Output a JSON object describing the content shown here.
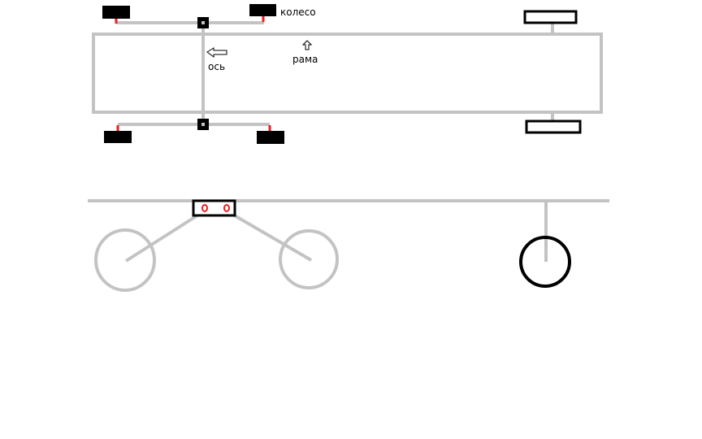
{
  "labels": {
    "wheel": "колесо",
    "axle": "ось",
    "frame": "рама"
  },
  "colors": {
    "gray": "#c3c3c3",
    "black": "#000000",
    "red": "#ed1c24"
  }
}
